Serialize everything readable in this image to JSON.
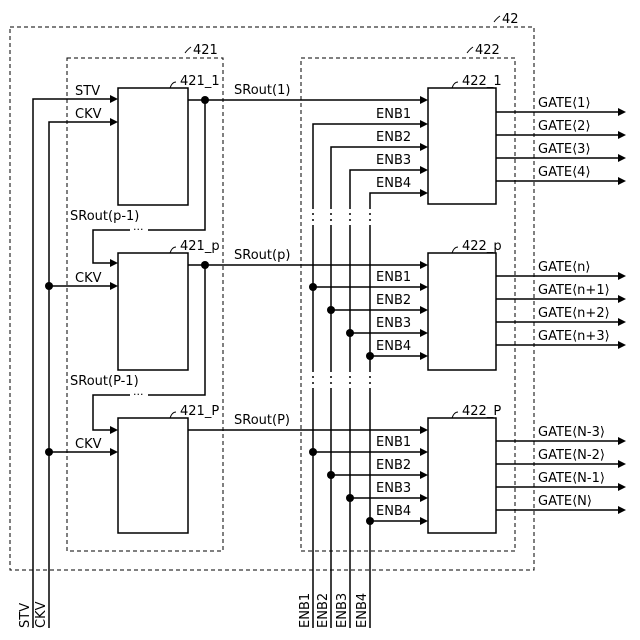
{
  "outer_label": "42",
  "left_group_label": "421",
  "right_group_label": "422",
  "sr_blocks": [
    "421_1",
    "421_p",
    "421_P"
  ],
  "mux_blocks": [
    "422_1",
    "422_p",
    "422_P"
  ],
  "inputs": {
    "stv": "STV",
    "ckv": "CKV"
  },
  "carry_labels": [
    "SRout(p-1)",
    "SRout(P-1)"
  ],
  "outputs": [
    "SRout(1)",
    "SRout(p)",
    "SRout(P)"
  ],
  "enb_labels": [
    "ENB1",
    "ENB2",
    "ENB3",
    "ENB4"
  ],
  "gate_outputs": [
    [
      "GATE⟨1⟩",
      "GATE⟨2⟩",
      "GATE⟨3⟩",
      "GATE⟨4⟩"
    ],
    [
      "GATE⟨n⟩",
      "GATE⟨n+1⟩",
      "GATE⟨n+2⟩",
      "GATE⟨n+3⟩"
    ],
    [
      "GATE⟨N-3⟩",
      "GATE⟨N-2⟩",
      "GATE⟨N-1⟩",
      "GATE⟨N⟩"
    ]
  ]
}
